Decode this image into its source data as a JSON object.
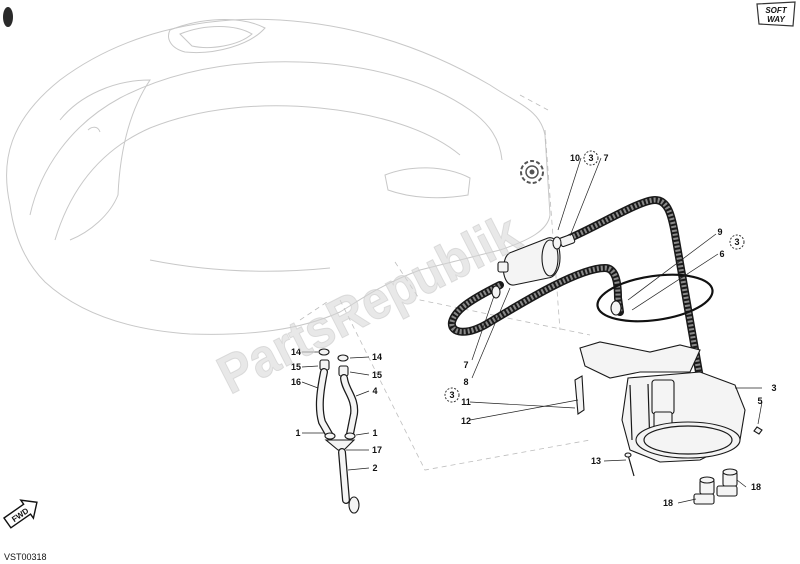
{
  "diagram": {
    "code": "VST00318",
    "watermark": "PartsRepublik",
    "badges": {
      "soft": "SOFT",
      "way": "WAY",
      "fwd": "FWD"
    },
    "labels": [
      {
        "id": "lbl-10",
        "text": "10"
      },
      {
        "id": "lbl-3a",
        "text": "3"
      },
      {
        "id": "lbl-7a",
        "text": "7"
      },
      {
        "id": "lbl-9",
        "text": "9"
      },
      {
        "id": "lbl-3b",
        "text": "3"
      },
      {
        "id": "lbl-6",
        "text": "6"
      },
      {
        "id": "lbl-7b",
        "text": "7"
      },
      {
        "id": "lbl-3c",
        "text": "3"
      },
      {
        "id": "lbl-8",
        "text": "8"
      },
      {
        "id": "lbl-11",
        "text": "11"
      },
      {
        "id": "lbl-12",
        "text": "12"
      },
      {
        "id": "lbl-3d",
        "text": "3"
      },
      {
        "id": "lbl-5",
        "text": "5"
      },
      {
        "id": "lbl-13",
        "text": "13"
      },
      {
        "id": "lbl-18a",
        "text": "18"
      },
      {
        "id": "lbl-18b",
        "text": "18"
      },
      {
        "id": "lbl-14a",
        "text": "14"
      },
      {
        "id": "lbl-15a",
        "text": "15"
      },
      {
        "id": "lbl-16",
        "text": "16"
      },
      {
        "id": "lbl-1a",
        "text": "1"
      },
      {
        "id": "lbl-14b",
        "text": "14"
      },
      {
        "id": "lbl-15b",
        "text": "15"
      },
      {
        "id": "lbl-4",
        "text": "4"
      },
      {
        "id": "lbl-1b",
        "text": "1"
      },
      {
        "id": "lbl-17",
        "text": "17"
      },
      {
        "id": "lbl-2",
        "text": "2"
      }
    ]
  }
}
